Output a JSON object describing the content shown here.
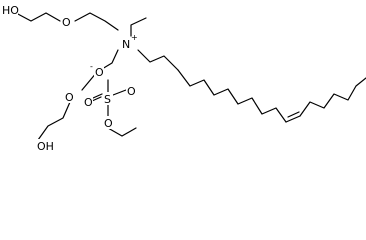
{
  "structure": {
    "atoms": {
      "ho_top": "HO",
      "o_top": "O",
      "n_center": "N",
      "n_charge": "+",
      "sulfate_o_minus": "O",
      "sulfate_charge": "-",
      "sulfate_s": "S",
      "o_sulfate_1": "O",
      "o_sulfate_2": "O",
      "o_sulfate_3": "O",
      "o_lower": "O",
      "ho_bottom": "OH"
    }
  }
}
